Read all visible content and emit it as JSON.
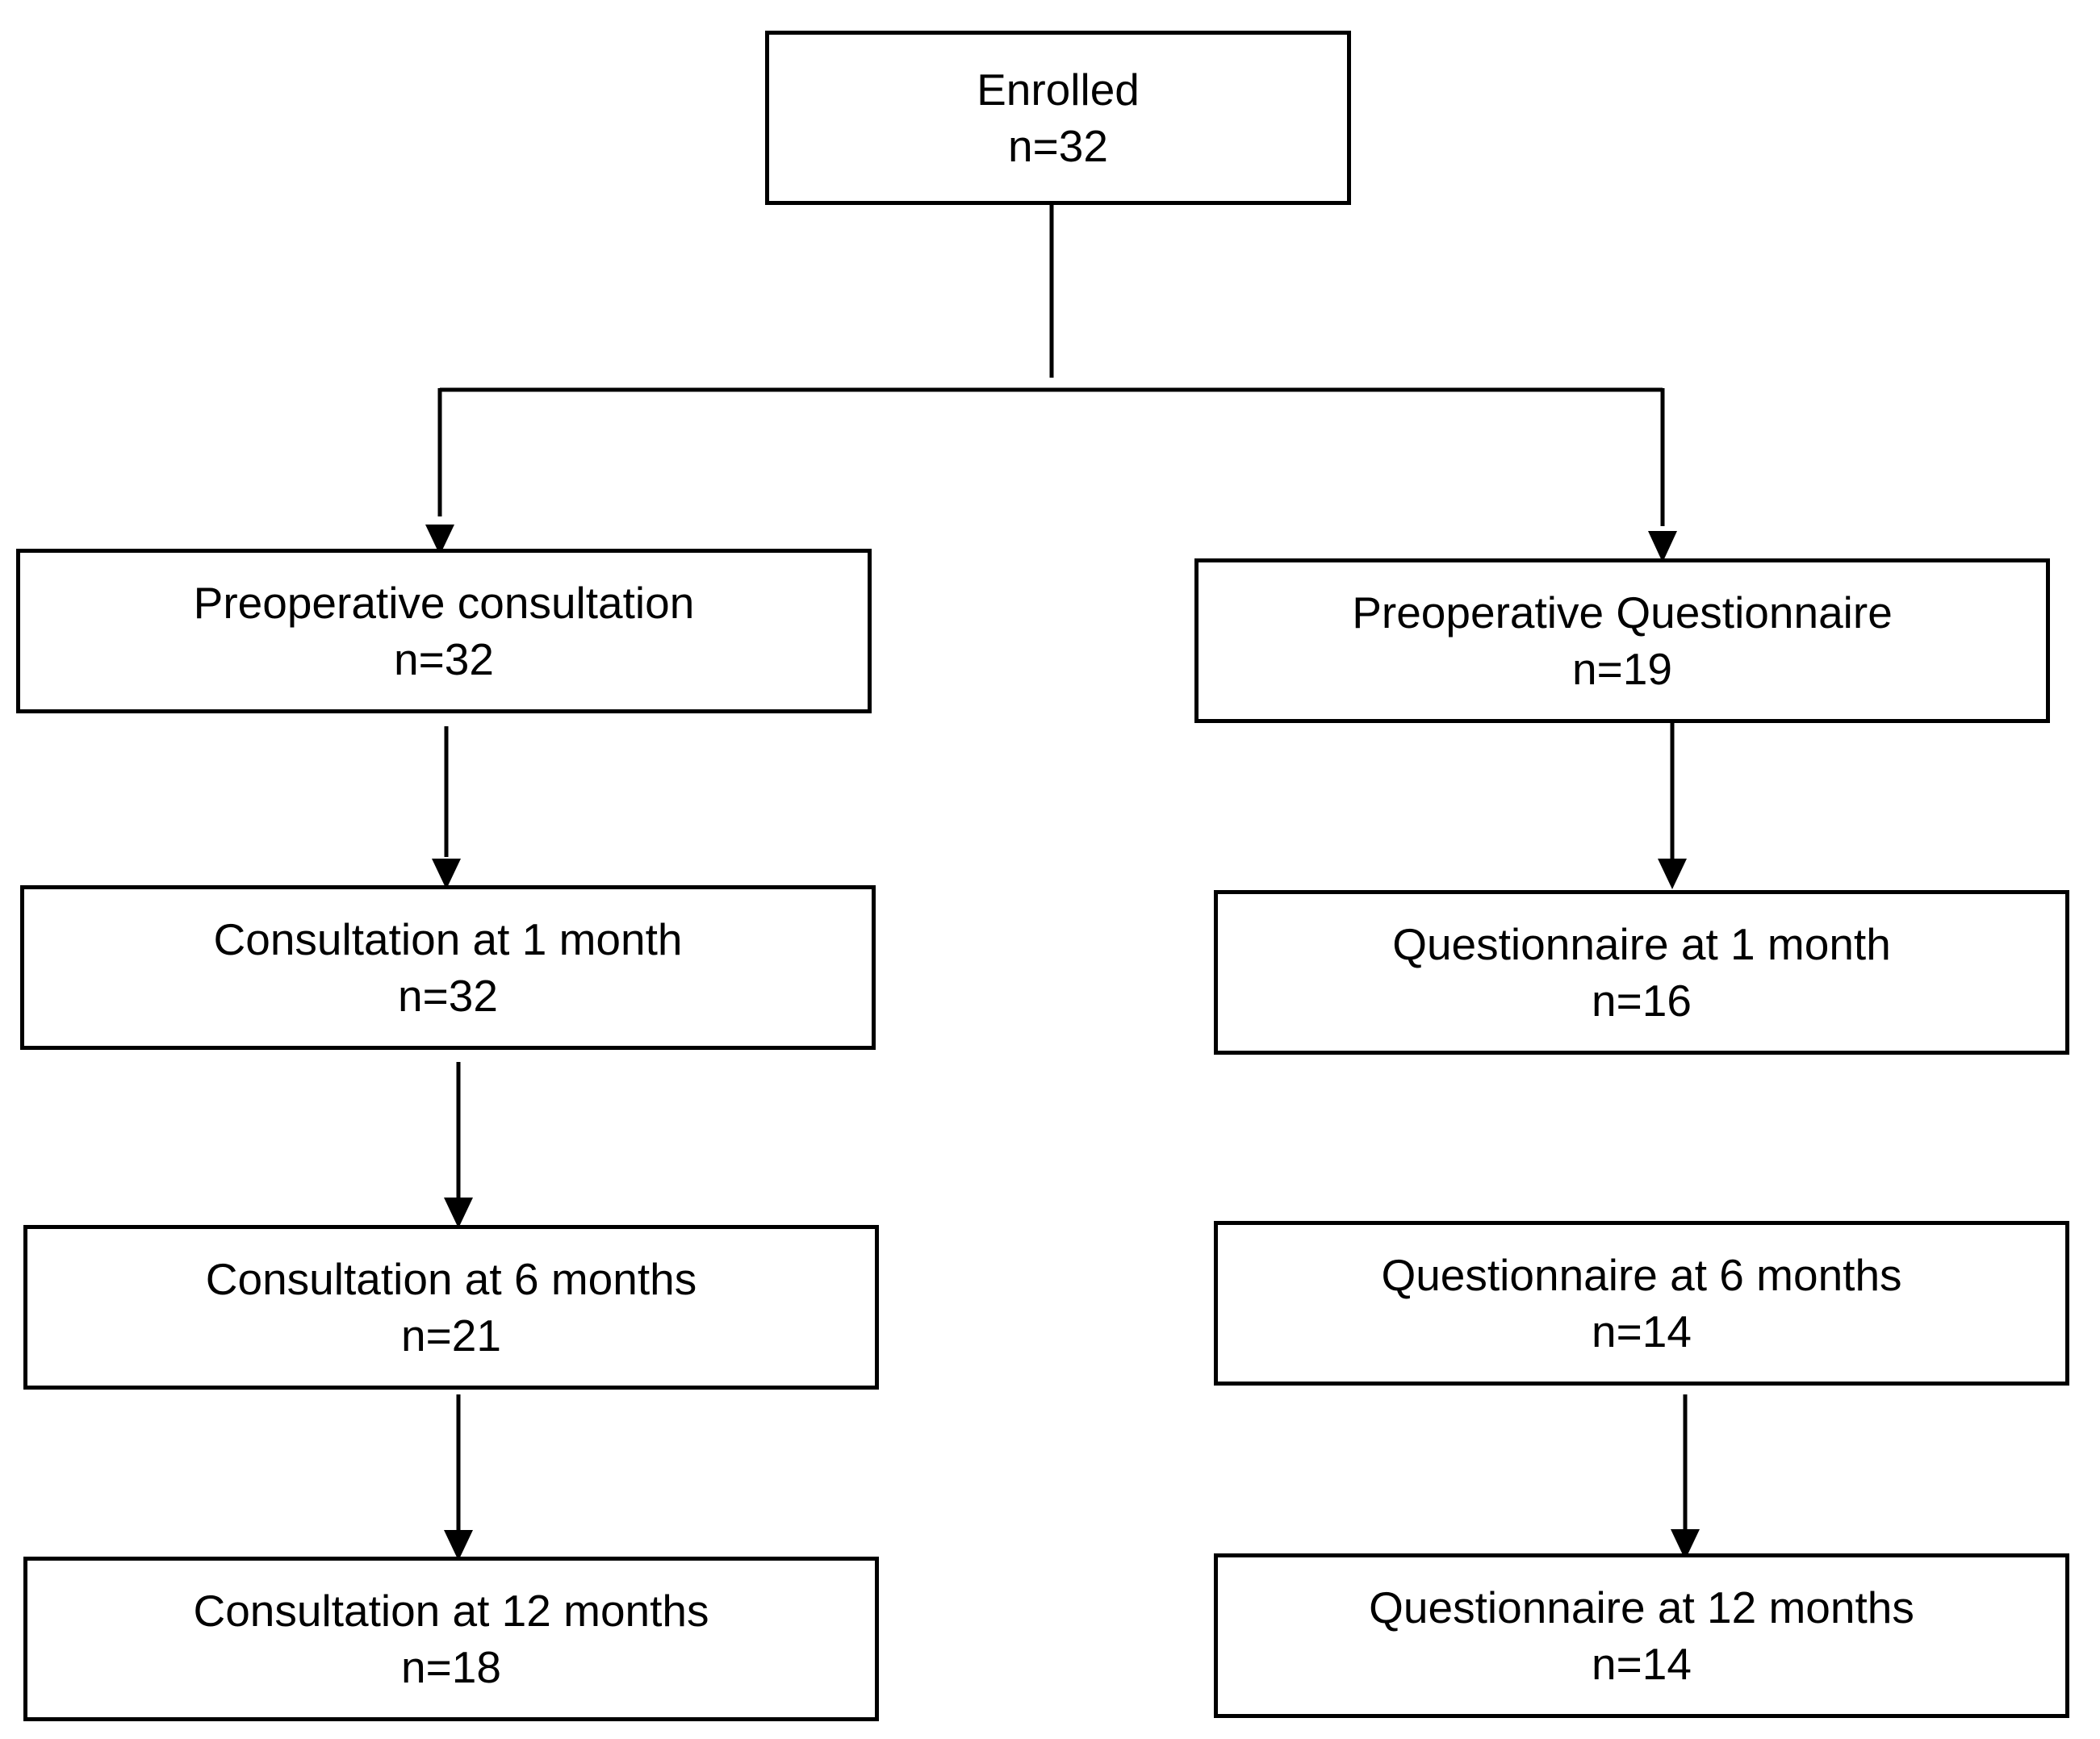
{
  "nodes": {
    "enrolled": {
      "label": "Enrolled",
      "count": "n=32"
    },
    "preop_consultation": {
      "label": "Preoperative consultation",
      "count": "n=32"
    },
    "consultation_1m": {
      "label": "Consultation at 1 month",
      "count": "n=32"
    },
    "consultation_6m": {
      "label": "Consultation at 6 months",
      "count": "n=21"
    },
    "consultation_12m": {
      "label": "Consultation at 12 months",
      "count": "n=18"
    },
    "preop_questionnaire": {
      "label": "Preoperative Questionnaire",
      "count": "n=19"
    },
    "questionnaire_1m": {
      "label": "Questionnaire at 1 month",
      "count": "n=16"
    },
    "questionnaire_6m": {
      "label": "Questionnaire at 6 months",
      "count": "n=14"
    },
    "questionnaire_12m": {
      "label": "Questionnaire at 12 months",
      "count": "n=14"
    }
  },
  "edges": [
    [
      "enrolled",
      "preop_consultation"
    ],
    [
      "enrolled",
      "preop_questionnaire"
    ],
    [
      "preop_consultation",
      "consultation_1m"
    ],
    [
      "consultation_1m",
      "consultation_6m"
    ],
    [
      "consultation_6m",
      "consultation_12m"
    ],
    [
      "preop_questionnaire",
      "questionnaire_1m"
    ],
    [
      "questionnaire_6m",
      "questionnaire_12m"
    ]
  ]
}
